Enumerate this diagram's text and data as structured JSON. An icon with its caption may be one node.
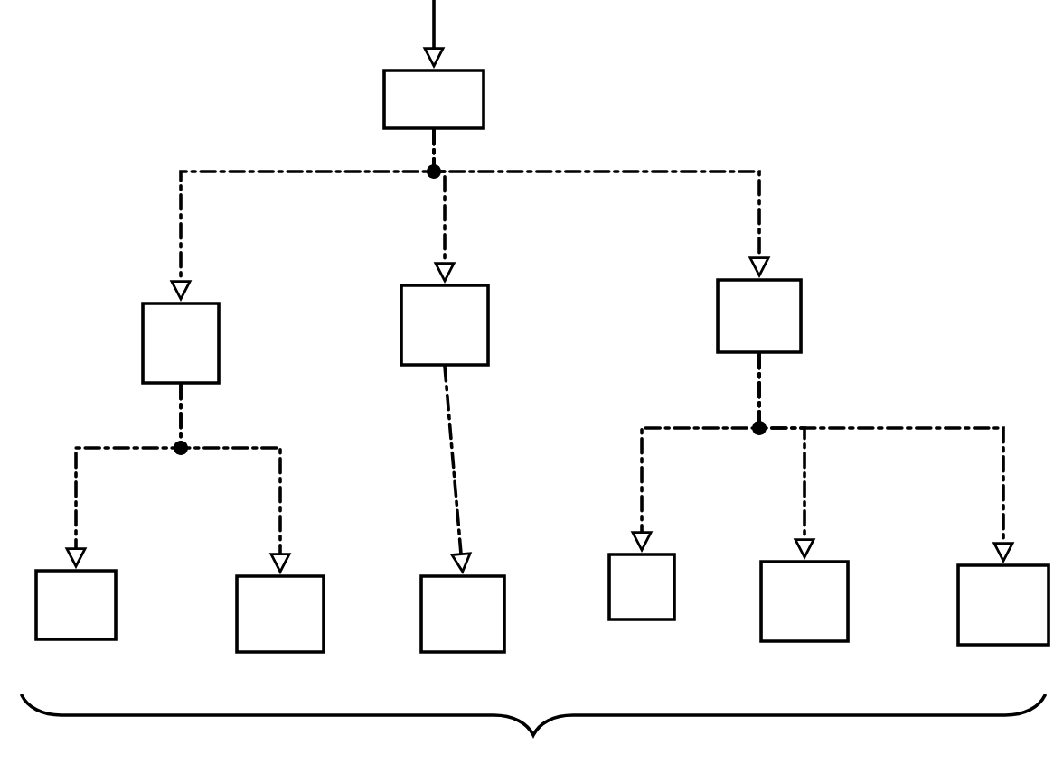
{
  "diagram": {
    "nodes": [
      {
        "text": [],
        "shape": "box"
      },
      {
        "text": [],
        "shape": "box"
      },
      {
        "text": [],
        "shape": "box"
      },
      {
        "text": [],
        "shape": "box"
      },
      {
        "text": [],
        "shape": "box"
      },
      {
        "text": [],
        "shape": "box"
      },
      {
        "text": [],
        "shape": "box"
      },
      {
        "text": [],
        "shape": "box"
      },
      {
        "text": [],
        "shape": "box"
      },
      {
        "text": [],
        "shape": "box"
      }
    ],
    "edges": [
      {
        "from": null,
        "to": 0,
        "arrow": "to"
      },
      {
        "from": 0,
        "to": 1,
        "arrow": "to",
        "style": "dashed"
      },
      {
        "from": 0,
        "to": 2,
        "arrow": "to",
        "style": "dashed"
      },
      {
        "from": 0,
        "to": 3,
        "arrow": "to",
        "style": "dashed"
      },
      {
        "from": 1,
        "to": 4,
        "arrow": "to",
        "style": "dashed"
      },
      {
        "from": 1,
        "to": 5,
        "arrow": "to",
        "style": "dashed"
      },
      {
        "from": 2,
        "to": 6,
        "arrow": "to",
        "style": "dashed"
      },
      {
        "from": 3,
        "to": 7,
        "arrow": "to",
        "style": "dashed"
      },
      {
        "from": 3,
        "to": 8,
        "arrow": "to",
        "style": "dashed"
      },
      {
        "from": 3,
        "to": 9,
        "arrow": "to",
        "style": "dashed"
      }
    ]
  }
}
